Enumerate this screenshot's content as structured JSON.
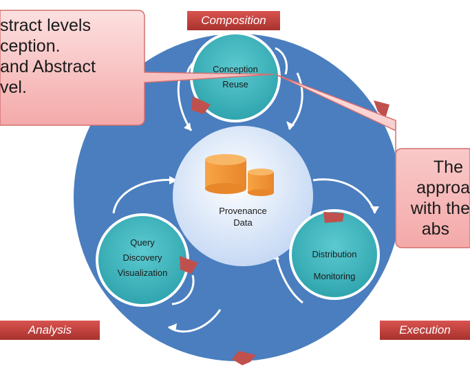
{
  "phases": {
    "composition": "Composition",
    "analysis": "Analysis",
    "execution": "Execution"
  },
  "nodes": {
    "conception": [
      "Conception",
      "Reuse"
    ],
    "provenance": [
      "Provenance",
      "Data"
    ],
    "query": [
      "Query",
      "Discovery",
      "Visualization"
    ],
    "distribution": [
      "Distribution",
      "Monitoring"
    ]
  },
  "callouts": {
    "left": [
      "stract levels",
      "ception.",
      "and Abstract",
      "vel."
    ],
    "right": [
      "The",
      "approa",
      "with the",
      "abs"
    ]
  },
  "colors": {
    "ring": "#4a7ebf",
    "node": "#43b8bf",
    "phase_label": "#c0392b",
    "callout": "#f7b3b3",
    "database": "#f39a3c",
    "arrow_head": "#c0504d"
  },
  "icons": {
    "database": "database-icon"
  }
}
